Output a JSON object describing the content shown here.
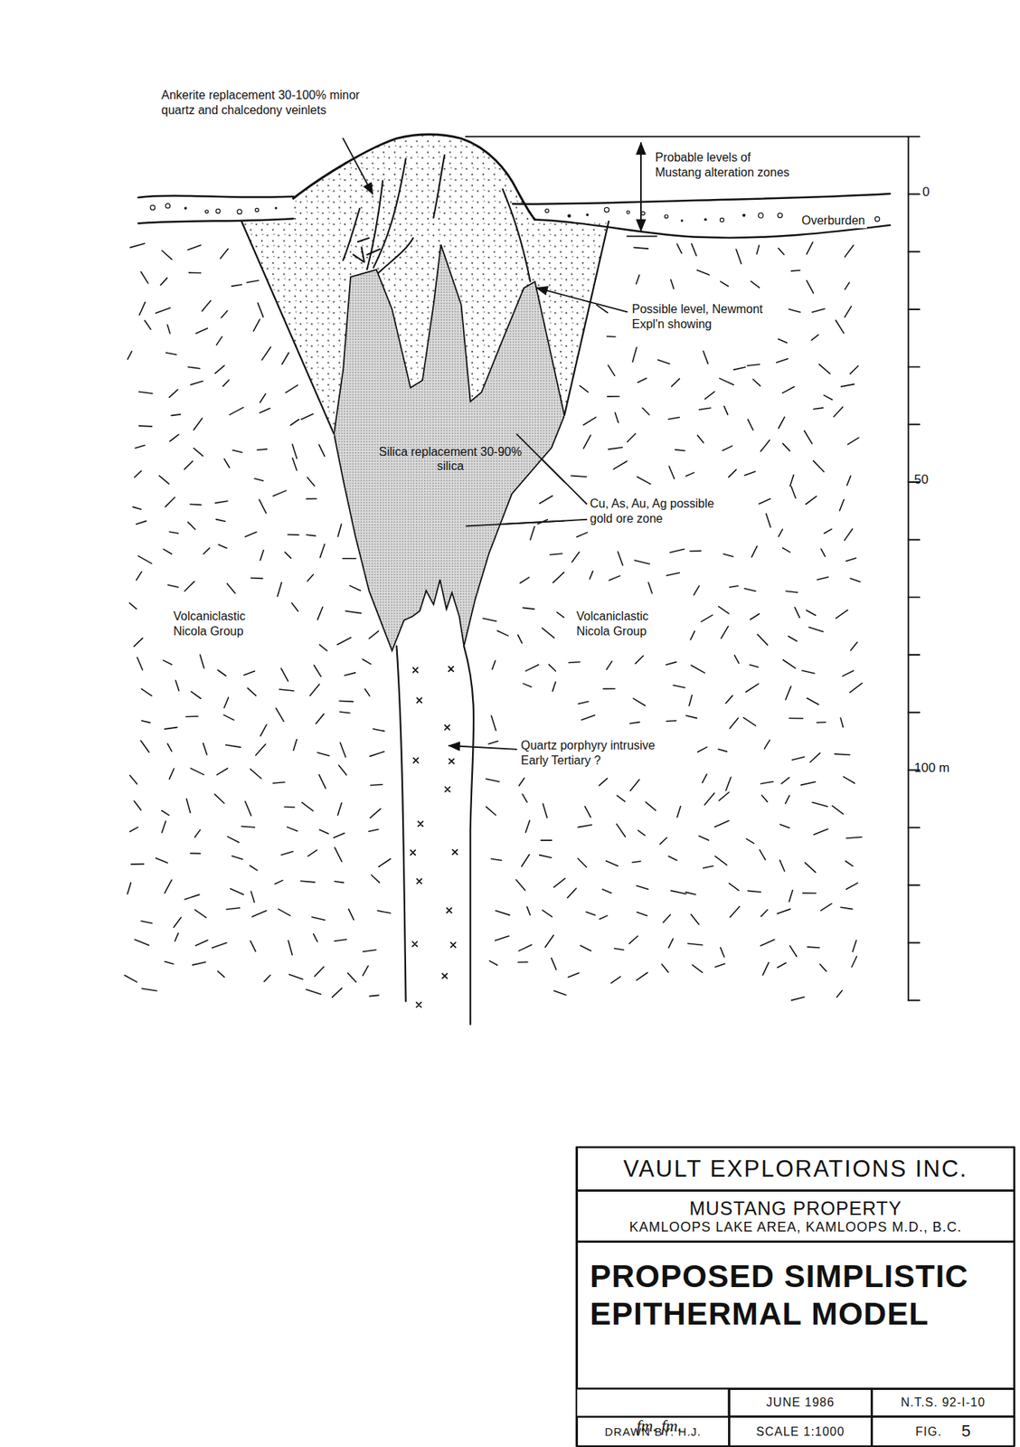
{
  "diagram": {
    "nodes": [
      {
        "text": [
          "Silica replacement 30-90% silica"
        ]
      },
      {
        "text": [
          "VAULT EXPLORATIONS INC."
        ]
      },
      {
        "text": [
          "MUSTANG PROPERTY",
          "KAMLOOPS LAKE AREA, KAMLOOPS M.D., B.C."
        ]
      },
      {
        "text": [
          "PROPOSED SIMPLISTIC EPITHERMAL MODEL"
        ]
      },
      {
        "text": [
          "JUNE 1986"
        ]
      },
      {
        "text": [
          "N.T.S. 92-I-10"
        ]
      },
      {
        "text": [
          "DRAWN BY: H.J."
        ]
      },
      {
        "text": [
          "SCALE 1:1000"
        ]
      },
      {
        "text": [
          "FIG.",
          "5"
        ]
      }
    ],
    "labels": [
      "Ankerite replacement 30-100% minor quartz and chalcedony veinlets",
      "Probable levels of Mustang alteration zones",
      "0",
      "Overburden",
      "Possible level, Newmont Expl'n showing",
      "50",
      "Cu, As, Au, Ag possible gold ore zone",
      "Volcaniclastic Nicola Group",
      "Volcaniclastic Nicola Group",
      "Quartz porphyry intrusive Early Tertiary ?",
      "100 m",
      "fm. fm."
    ]
  }
}
